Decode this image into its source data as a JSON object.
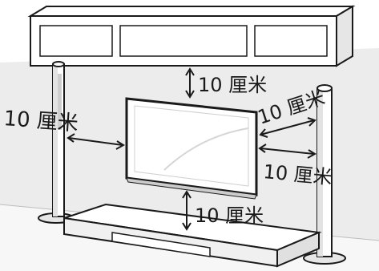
{
  "diagram": {
    "labels": {
      "top": "10 厘米",
      "left": "10 厘米",
      "right_upper": "10 厘米",
      "right_lower": "10 厘米",
      "bottom": "10 厘米"
    },
    "colors": {
      "line": "#1a1a1a",
      "wall": "#ececec",
      "floor": "#f7f7f7",
      "cabinet": "#ffffff",
      "shadow": "#d9d9d9",
      "screen": "#ffffff"
    },
    "icons": [
      "arrow-icon",
      "speaker-icon",
      "tv-icon"
    ]
  }
}
